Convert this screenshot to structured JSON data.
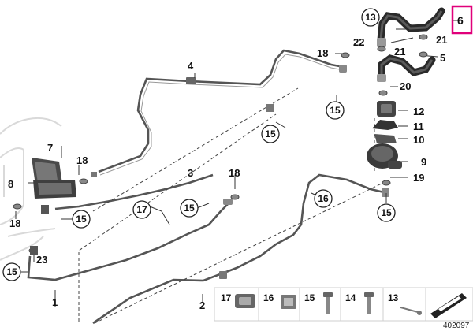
{
  "labels": {
    "l1": "1",
    "l2": "2",
    "l3": "3",
    "l4": "4",
    "l5": "5",
    "l6": "6",
    "l7": "7",
    "l8": "8",
    "l9": "9",
    "l10": "10",
    "l11": "11",
    "l12": "12",
    "l13": "13",
    "l14": "14",
    "l15": "15",
    "l16": "16",
    "l17": "17",
    "l18": "18",
    "l19": "19",
    "l20": "20",
    "l21": "21",
    "l22": "22",
    "l23": "23"
  },
  "legend": {
    "items": [
      "17",
      "16",
      "15",
      "14",
      "13"
    ]
  },
  "highlight": {
    "color": "#e0007a"
  },
  "diagram_code": "402097"
}
